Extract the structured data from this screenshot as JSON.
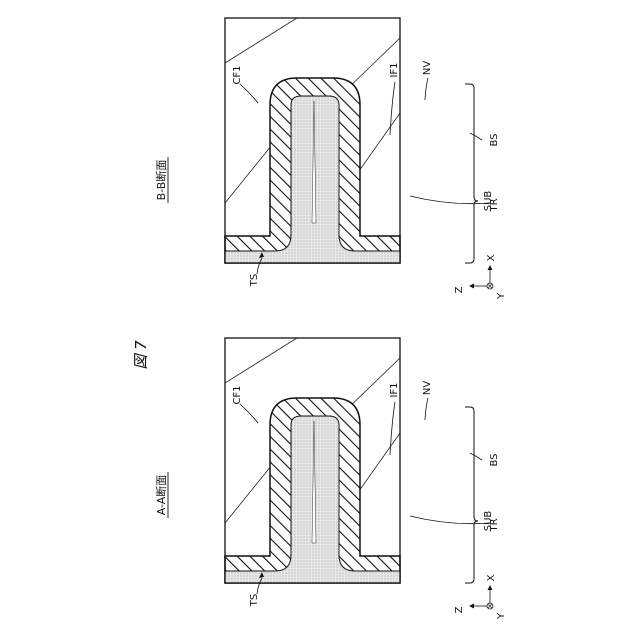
{
  "figure": {
    "title": "図 7"
  },
  "panels": [
    {
      "id": "A",
      "section_label": "A-A断面",
      "labels": {
        "sub": "SUB",
        "cf1": "CF1",
        "if1": "IF1",
        "nv": "NV",
        "bs": "BS",
        "tr": "TR",
        "ts": "TS"
      },
      "axes": {
        "z": "Z",
        "x": "X",
        "y": "Y"
      }
    },
    {
      "id": "B",
      "section_label": "B-B断面",
      "labels": {
        "sub": "SUB",
        "cf1": "CF1",
        "if1": "IF1",
        "nv": "NV",
        "bs": "BS",
        "tr": "TR",
        "ts": "TS"
      },
      "axes": {
        "z": "Z",
        "x": "X",
        "y": "Y"
      }
    }
  ]
}
